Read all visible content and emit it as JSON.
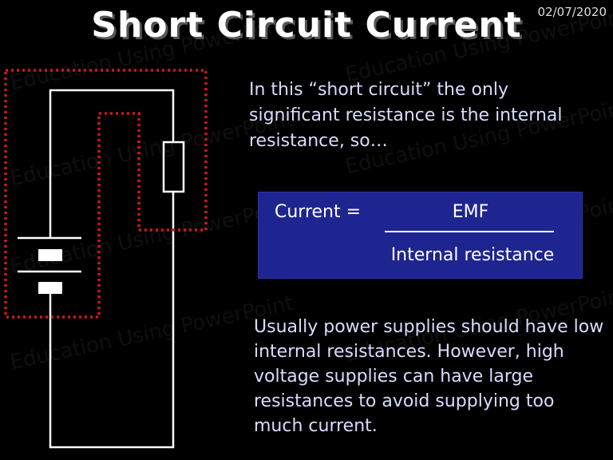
{
  "slide": {
    "title": "Short Circuit Current",
    "date": "02/07/2020",
    "watermark": "Education Using PowerPoint",
    "intro": "In this “short circuit” the only significant resistance is the internal resistance, so…",
    "formula": {
      "label": "Current =",
      "numerator": "EMF",
      "denominator": "Internal resistance"
    },
    "note": "Usually power supplies should have low internal resistances.  However, high voltage supplies can have large resistances to avoid supplying too much current."
  },
  "colors": {
    "background": "#000000",
    "text_blue": "#d9dcff",
    "formula_box": "#1e2590",
    "short_path": "#d01818",
    "wire": "#ffffff"
  }
}
